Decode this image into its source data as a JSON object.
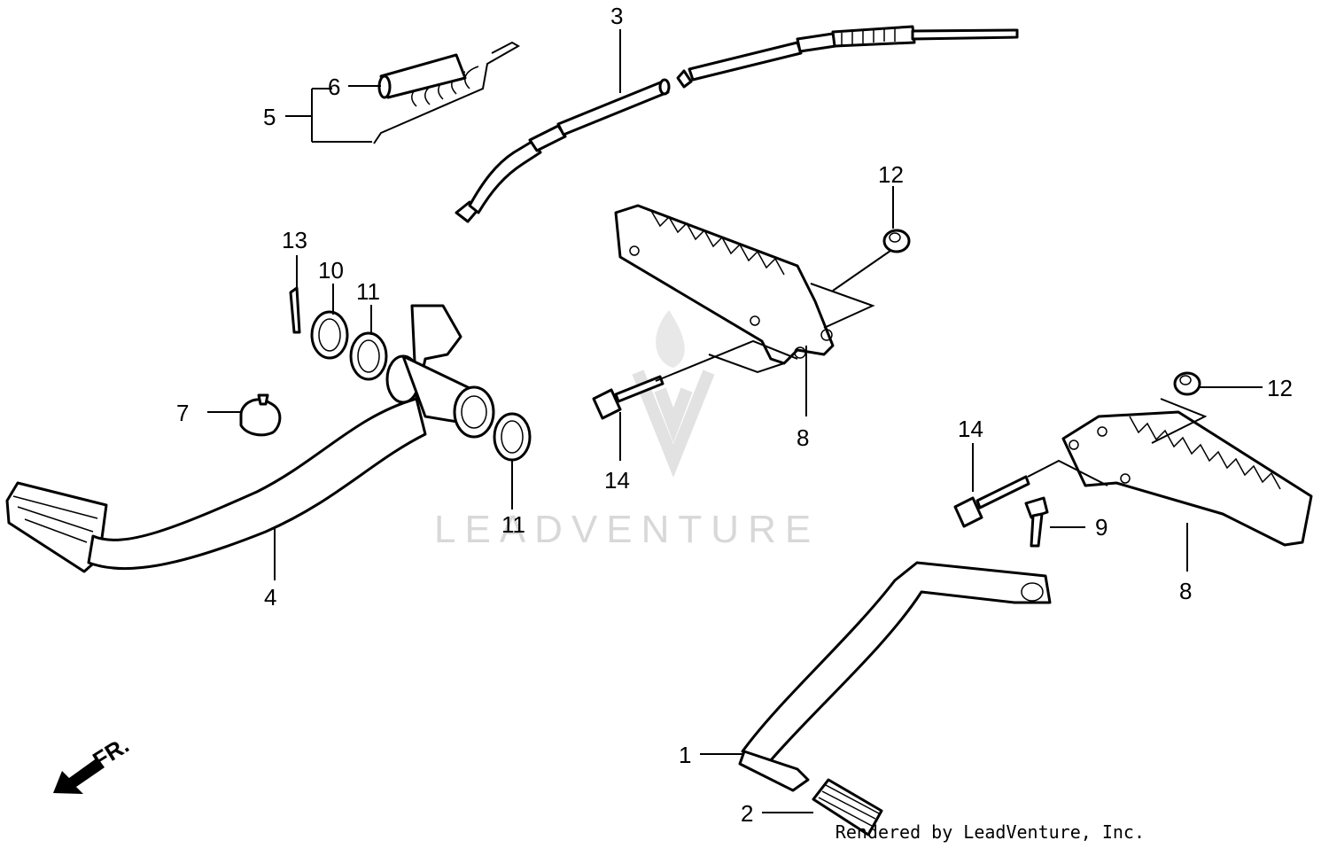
{
  "callouts": {
    "c1": "1",
    "c2": "2",
    "c3": "3",
    "c4": "4",
    "c5": "5",
    "c6": "6",
    "c7": "7",
    "c8a": "8",
    "c8b": "8",
    "c9": "9",
    "c10": "10",
    "c11a": "11",
    "c11b": "11",
    "c12a": "12",
    "c12b": "12",
    "c13": "13",
    "c14a": "14",
    "c14b": "14"
  },
  "direction_label": "FR.",
  "watermark": "LEADVENTURE",
  "credit": "Rendered by LeadVenture, Inc."
}
